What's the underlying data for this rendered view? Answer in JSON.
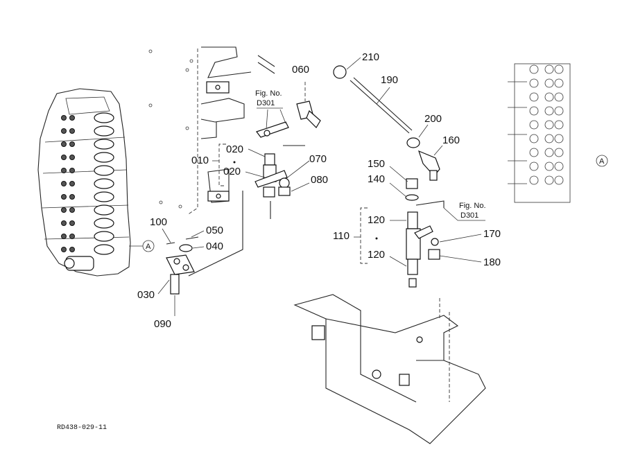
{
  "diagram": {
    "drawing_code": "RD438-029-11",
    "view_marker": "A",
    "fig_ref_1": {
      "line1": "Fig. No.",
      "line2": "D301"
    },
    "fig_ref_2": {
      "line1": "Fig. No.",
      "line2": "D301"
    },
    "part_labels": {
      "p010": "010",
      "p020a": "020",
      "p020b": "020",
      "p030": "030",
      "p040": "040",
      "p050": "050",
      "p060": "060",
      "p070": "070",
      "p080": "080",
      "p090": "090",
      "p100": "100",
      "p110": "110",
      "p120a": "120",
      "p120b": "120",
      "p140": "140",
      "p150": "150",
      "p160": "160",
      "p170": "170",
      "p180": "180",
      "p190": "190",
      "p200": "200",
      "p210": "210"
    }
  }
}
